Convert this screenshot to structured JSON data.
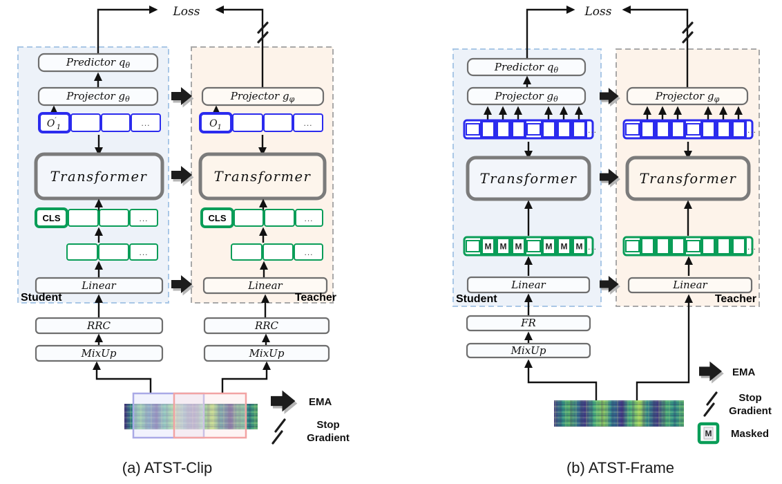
{
  "colors": {
    "ink": "#111111",
    "blue": "#2b2bee",
    "green": "#0a9d58",
    "student_bg": "#edf2f9",
    "student_border": "#a9c7e6",
    "teacher_bg": "#fdf3ea",
    "teacher_border": "#a8a8a8",
    "box_border": "#6e6e6e",
    "transformer_border": "#7b7b7b"
  },
  "figure": {
    "loss": "Loss",
    "predictor": "Predictor q",
    "projector": "Projector g",
    "theta": "θ",
    "phi": "φ",
    "transformer": "Transformer",
    "cls": "CLS",
    "linear": "Linear",
    "rrc": "RRC",
    "mixup": "MixUp",
    "fr": "FR",
    "student": "Student",
    "teacher": "Teacher",
    "o": "O",
    "prime": "′",
    "sub1": "1",
    "dots": "...",
    "masked_m": "M"
  },
  "legend": {
    "ema": "EMA",
    "stop_line1": "Stop",
    "stop_line2": "Gradient",
    "masked": "Masked"
  },
  "captions": {
    "clip": "(a) ATST-Clip",
    "frame": "(b) ATST-Frame"
  }
}
